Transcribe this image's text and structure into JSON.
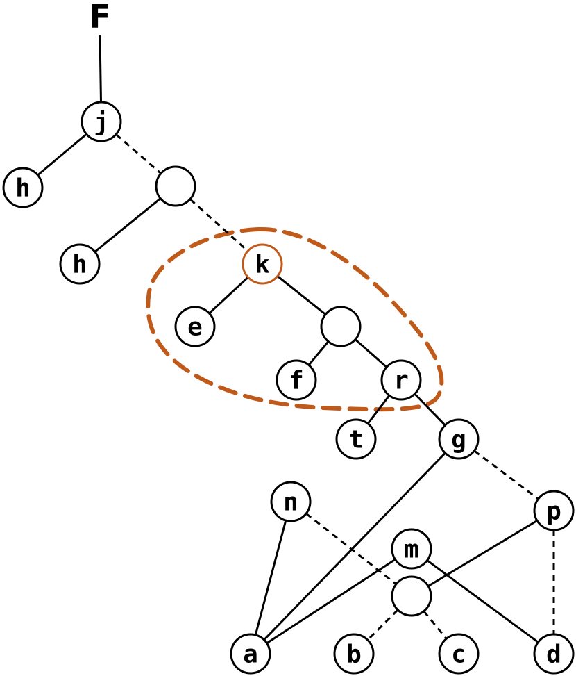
{
  "root_label": "F",
  "colors": {
    "highlight": "#c05a1a",
    "stroke": "#000000",
    "fill": "#ffffff"
  },
  "nodes": [
    {
      "id": "j",
      "label": "j"
    },
    {
      "id": "h1",
      "label": "h"
    },
    {
      "id": "u1",
      "label": ""
    },
    {
      "id": "h2",
      "label": "h"
    },
    {
      "id": "k",
      "label": "k",
      "highlight": true
    },
    {
      "id": "e",
      "label": "e"
    },
    {
      "id": "u2",
      "label": ""
    },
    {
      "id": "f",
      "label": "f"
    },
    {
      "id": "r",
      "label": "r"
    },
    {
      "id": "t",
      "label": "t"
    },
    {
      "id": "g",
      "label": "g"
    },
    {
      "id": "n",
      "label": "n"
    },
    {
      "id": "p",
      "label": "p"
    },
    {
      "id": "m",
      "label": "m"
    },
    {
      "id": "u3",
      "label": ""
    },
    {
      "id": "a",
      "label": "a"
    },
    {
      "id": "b",
      "label": "b"
    },
    {
      "id": "c",
      "label": "c"
    },
    {
      "id": "d",
      "label": "d"
    }
  ],
  "edges": [
    {
      "from": "F",
      "to": "j",
      "style": "solid"
    },
    {
      "from": "j",
      "to": "h1",
      "style": "solid"
    },
    {
      "from": "j",
      "to": "u1",
      "style": "dashed"
    },
    {
      "from": "u1",
      "to": "h2",
      "style": "solid"
    },
    {
      "from": "u1",
      "to": "k",
      "style": "dashed"
    },
    {
      "from": "k",
      "to": "e",
      "style": "solid"
    },
    {
      "from": "k",
      "to": "u2",
      "style": "solid"
    },
    {
      "from": "u2",
      "to": "f",
      "style": "solid"
    },
    {
      "from": "u2",
      "to": "r",
      "style": "solid"
    },
    {
      "from": "r",
      "to": "t",
      "style": "solid"
    },
    {
      "from": "r",
      "to": "g",
      "style": "solid"
    },
    {
      "from": "g",
      "to": "a",
      "style": "solid"
    },
    {
      "from": "g",
      "to": "p",
      "style": "dashed"
    },
    {
      "from": "n",
      "to": "a",
      "style": "solid"
    },
    {
      "from": "n",
      "to": "u3",
      "style": "dashed"
    },
    {
      "from": "m",
      "to": "a",
      "style": "solid"
    },
    {
      "from": "m",
      "to": "d",
      "style": "solid"
    },
    {
      "from": "p",
      "to": "u3",
      "style": "solid"
    },
    {
      "from": "p",
      "to": "d",
      "style": "dashed"
    },
    {
      "from": "u3",
      "to": "b",
      "style": "dashed"
    },
    {
      "from": "u3",
      "to": "c",
      "style": "dashed"
    }
  ]
}
